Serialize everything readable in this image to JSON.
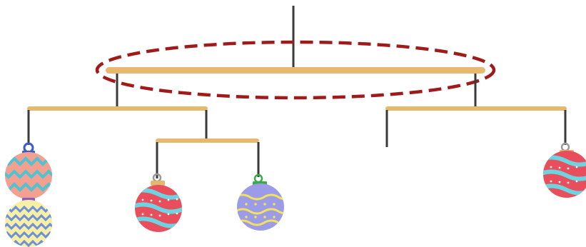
{
  "diagram": {
    "kind": "hanging-mobile",
    "highlight": {
      "shape": "dashed-ellipse",
      "target": "top-rod",
      "color": "#A11A1A"
    },
    "rod_color": "#E6B96E",
    "string_color": "#3a3a3a",
    "ornaments": [
      {
        "name": "ornament-salmon-zigzag",
        "hook": "blue",
        "base": "#F4A090",
        "pattern": "zigzag",
        "pattern_color": "#4FC3D0"
      },
      {
        "name": "ornament-yellow-zigzag",
        "hook": "purple",
        "base": "#F7EFA6",
        "pattern": "zigzag",
        "pattern_color": "#6C8FD8"
      },
      {
        "name": "ornament-red-stripes-left",
        "hook": "gray",
        "base": "#E84E5C",
        "pattern": "wavy-stripes",
        "pattern_color": "#6ED3E0"
      },
      {
        "name": "ornament-purple-waves",
        "hook": "green",
        "base": "#9C9BE8",
        "pattern": "waves-dots",
        "pattern_color": "#F2E25A"
      },
      {
        "name": "ornament-red-stripes-right",
        "hook": "gray",
        "base": "#E84E5C",
        "pattern": "wavy-stripes",
        "pattern_color": "#6ED3E0"
      }
    ]
  }
}
